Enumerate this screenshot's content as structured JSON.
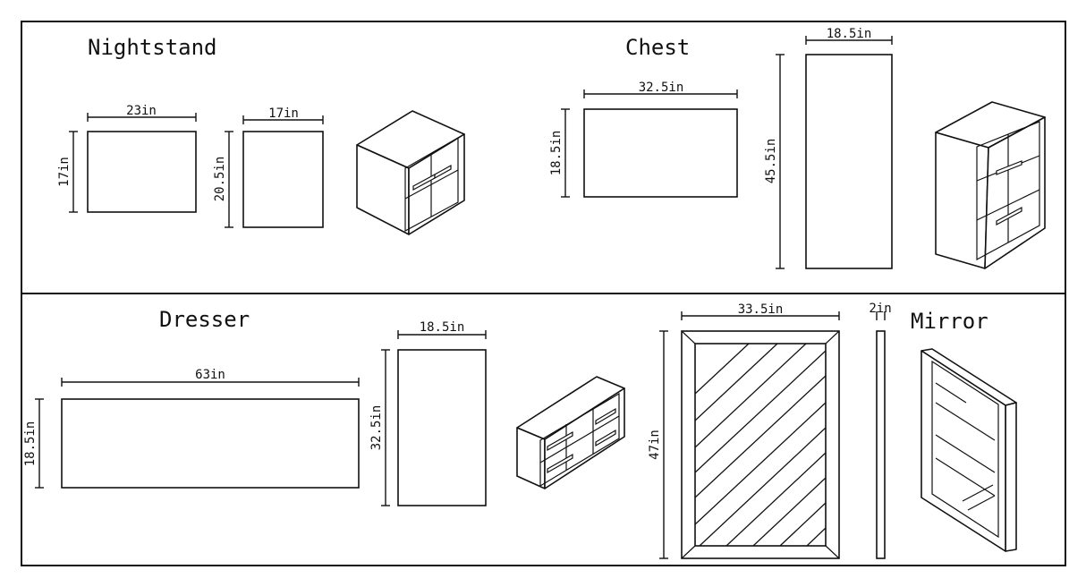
{
  "nightstand": {
    "title": "Nightstand",
    "width": "23in",
    "depth": "17in",
    "depth_side": "17in",
    "height": "20.5in"
  },
  "chest": {
    "title": "Chest",
    "width": "32.5in",
    "depth": "18.5in",
    "depth_side": "18.5in",
    "height": "45.5in"
  },
  "dresser": {
    "title": "Dresser",
    "width": "63in",
    "depth": "18.5in",
    "depth_side": "18.5in",
    "height": "32.5in"
  },
  "mirror": {
    "title": "Mirror",
    "width": "33.5in",
    "thickness": "2in",
    "height": "47in"
  }
}
